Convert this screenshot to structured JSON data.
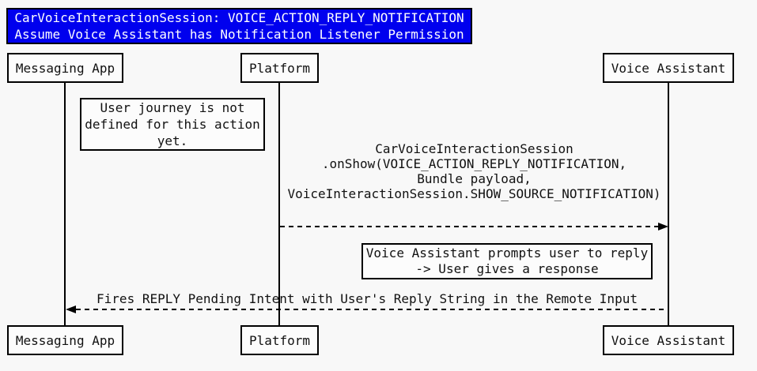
{
  "diagram": {
    "title": {
      "line1": "CarVoiceInteractionSession: VOICE_ACTION_REPLY_NOTIFICATION",
      "line2": "Assume Voice Assistant has Notification Listener Permission"
    },
    "actors": [
      {
        "name": "Messaging App"
      },
      {
        "name": "Platform"
      },
      {
        "name": "Voice Assistant"
      }
    ],
    "notes": [
      {
        "lines": [
          "User journey is not",
          "defined for this action",
          "yet."
        ]
      },
      {
        "lines": [
          "Voice Assistant prompts user to reply",
          "-> User gives a response"
        ]
      }
    ],
    "messages": [
      {
        "from": "Platform",
        "to": "Voice Assistant",
        "line_style": "dashed",
        "lines": [
          "CarVoiceInteractionSession",
          ".onShow(VOICE_ACTION_REPLY_NOTIFICATION,",
          "Bundle payload,",
          "VoiceInteractionSession.SHOW_SOURCE_NOTIFICATION)"
        ]
      },
      {
        "from": "Voice Assistant",
        "to": "Messaging App",
        "line_style": "dashed",
        "lines": [
          "Fires REPLY Pending Intent with User's Reply String in the Remote Input"
        ]
      }
    ],
    "colors": {
      "title_bg": "#0000EE",
      "title_text": "#FFFFFF",
      "line": "#000000",
      "box_border": "#000000",
      "box_bg": "#FCFCFC",
      "page_bg": "#F8F8F8"
    }
  }
}
